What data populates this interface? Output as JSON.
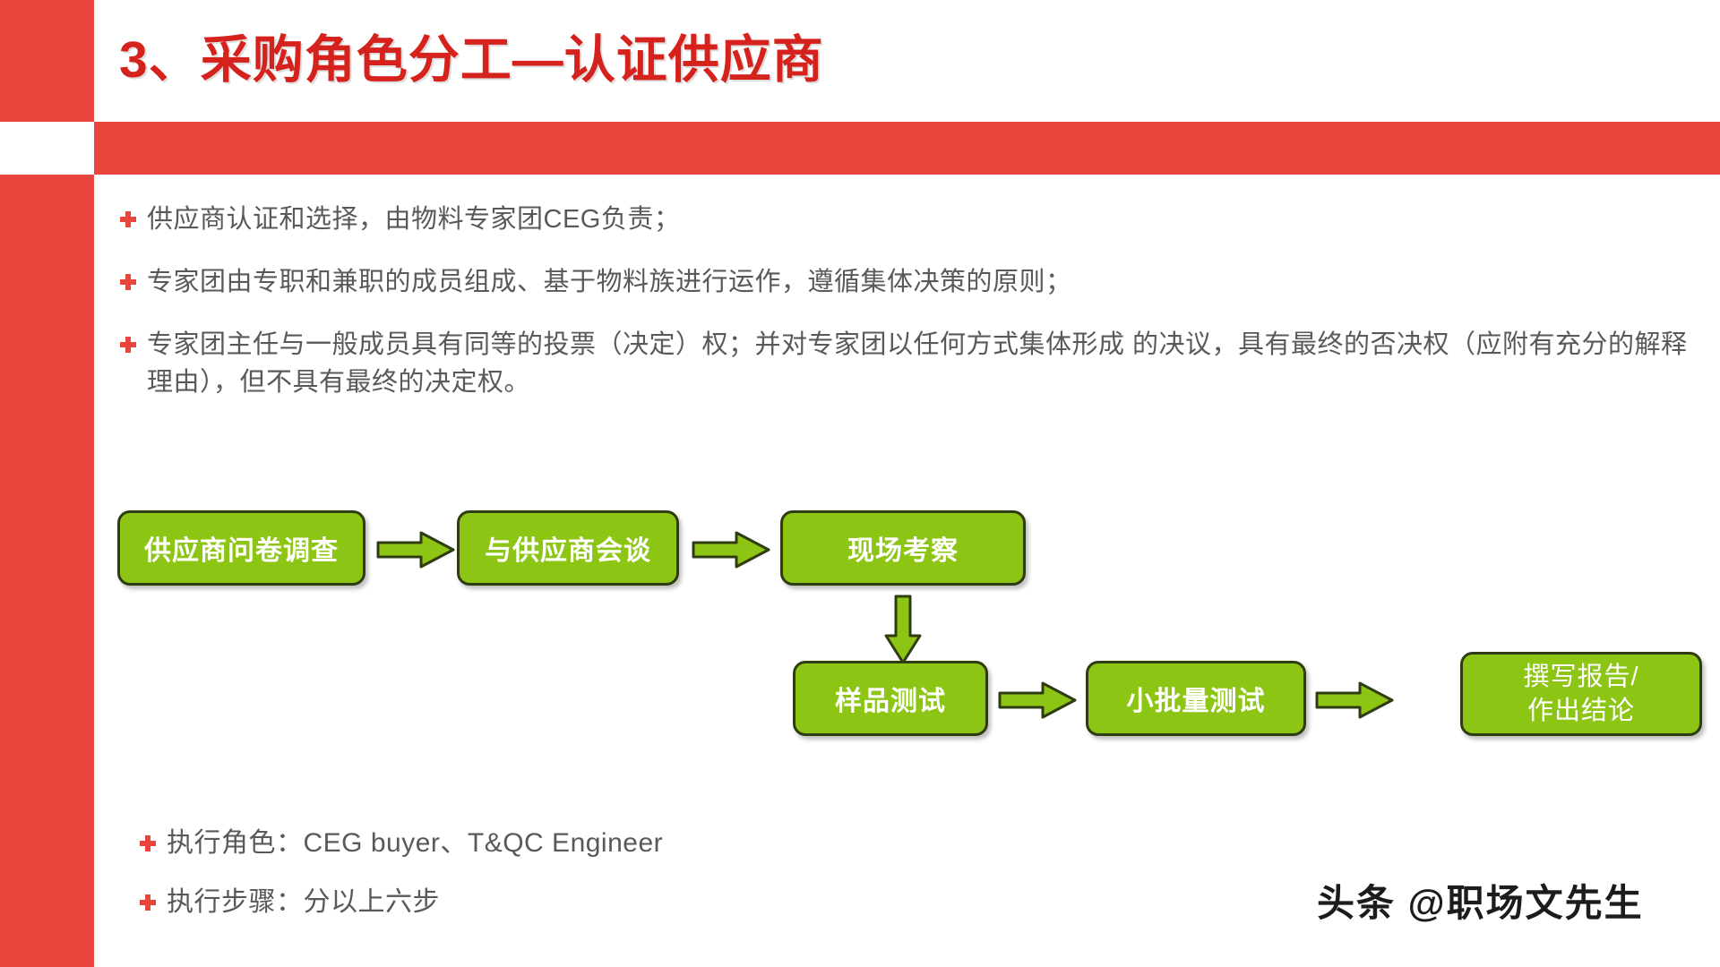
{
  "slide": {
    "title": "3、采购角色分工—认证供应商",
    "accent_red": "#e8453c",
    "title_red": "#d6221c",
    "green": "#8CC513",
    "green_border": "#2f3b10",
    "body_text_color": "#59595b"
  },
  "bullets_top": [
    {
      "icon": "plus-bullet-icon",
      "text": "供应商认证和选择，由物料专家团CEG负责；"
    },
    {
      "icon": "plus-bullet-icon",
      "text": "专家团由专职和兼职的成员组成、基于物料族进行运作，遵循集体决策的原则；"
    },
    {
      "icon": "plus-bullet-icon",
      "text": "专家团主任与一般成员具有同等的投票（决定）权；并对专家团以任何方式集体形成  的决议，具有最终的否决权（应附有充分的解释理由），但不具有最终的决定权。"
    }
  ],
  "flow": {
    "boxes": [
      {
        "id": "box-1",
        "label": "供应商问卷调查",
        "row": 1
      },
      {
        "id": "box-2",
        "label": "与供应商会谈",
        "row": 1
      },
      {
        "id": "box-3",
        "label": "现场考察",
        "row": 1
      },
      {
        "id": "box-4",
        "label": "样品测试",
        "row": 2
      },
      {
        "id": "box-5",
        "label": "小批量测试",
        "row": 2
      },
      {
        "id": "box-6",
        "label_line1": "撰写报告/",
        "label_line2": "作出结论",
        "row": 2
      }
    ],
    "arrows": [
      {
        "id": "arrow-1",
        "direction": "right",
        "from": "box-1",
        "to": "box-2"
      },
      {
        "id": "arrow-2",
        "direction": "right",
        "from": "box-2",
        "to": "box-3"
      },
      {
        "id": "arrow-3",
        "direction": "down",
        "from": "box-3",
        "to": "box-4"
      },
      {
        "id": "arrow-4",
        "direction": "right",
        "from": "box-4",
        "to": "box-5"
      },
      {
        "id": "arrow-5",
        "direction": "right",
        "from": "box-5",
        "to": "box-6"
      }
    ]
  },
  "bullets_bottom": [
    {
      "icon": "plus-bullet-icon",
      "text": "执行角色：CEG buyer、T&QC  Engineer"
    },
    {
      "icon": "plus-bullet-icon",
      "text": "执行步骤：分以上六步"
    }
  ],
  "watermark": {
    "text": "头条 @职场文先生"
  }
}
